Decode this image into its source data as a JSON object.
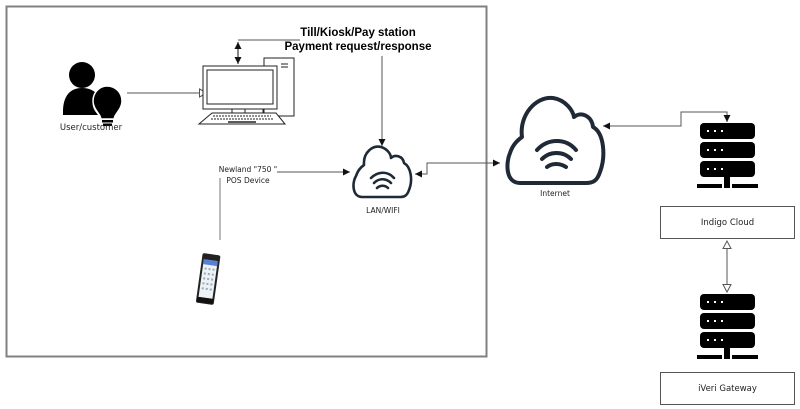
{
  "diagram": {
    "type": "network-architecture",
    "nodes": {
      "user": {
        "label": "User/customer",
        "icon": "user-idea-icon"
      },
      "till": {
        "label_line1": "Till/Kiosk/Pay station",
        "label_line2": "Payment request/response",
        "icon": "desktop-computer-icon"
      },
      "pos": {
        "label_line1": "Newland \"750 \"",
        "label_line2": "POS Device",
        "icon": "pos-handheld-device-icon"
      },
      "lan": {
        "label": "LAN/WIFI",
        "icon": "wifi-cloud-icon"
      },
      "internet": {
        "label": "Internet",
        "icon": "wifi-cloud-icon"
      },
      "indigo": {
        "label": "Indigo Cloud",
        "icon": "server-rack-icon"
      },
      "iveri": {
        "label": "iVeri Gateway",
        "icon": "server-rack-icon"
      }
    },
    "edges": [
      {
        "from": "user",
        "to": "till",
        "style": "open-arrow"
      },
      {
        "from": "till",
        "to": "lan",
        "style": "solid-arrow"
      },
      {
        "from": "pos",
        "to": "lan",
        "style": "solid-arrow"
      },
      {
        "from": "lan",
        "to": "internet",
        "style": "bidirectional"
      },
      {
        "from": "internet",
        "to": "indigo",
        "style": "bidirectional"
      },
      {
        "from": "indigo",
        "to": "iveri",
        "style": "bidirectional-open"
      }
    ],
    "colors": {
      "cloud_stroke": "#1f2a36",
      "border": "#808080",
      "icon_fill": "#000000"
    }
  }
}
